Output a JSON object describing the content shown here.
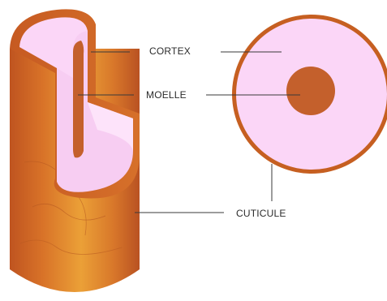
{
  "labels": {
    "cortex": "CORTEX",
    "moelle": "MOELLE",
    "cuticule": "CUTICULE"
  },
  "colors": {
    "cuticle_dark": "#c65f21",
    "cuticle_light": "#e2902f",
    "cortex_pink": "#fbd6f7",
    "medulla_brown": "#c4602c",
    "leader_line": "#3a3a3a"
  }
}
